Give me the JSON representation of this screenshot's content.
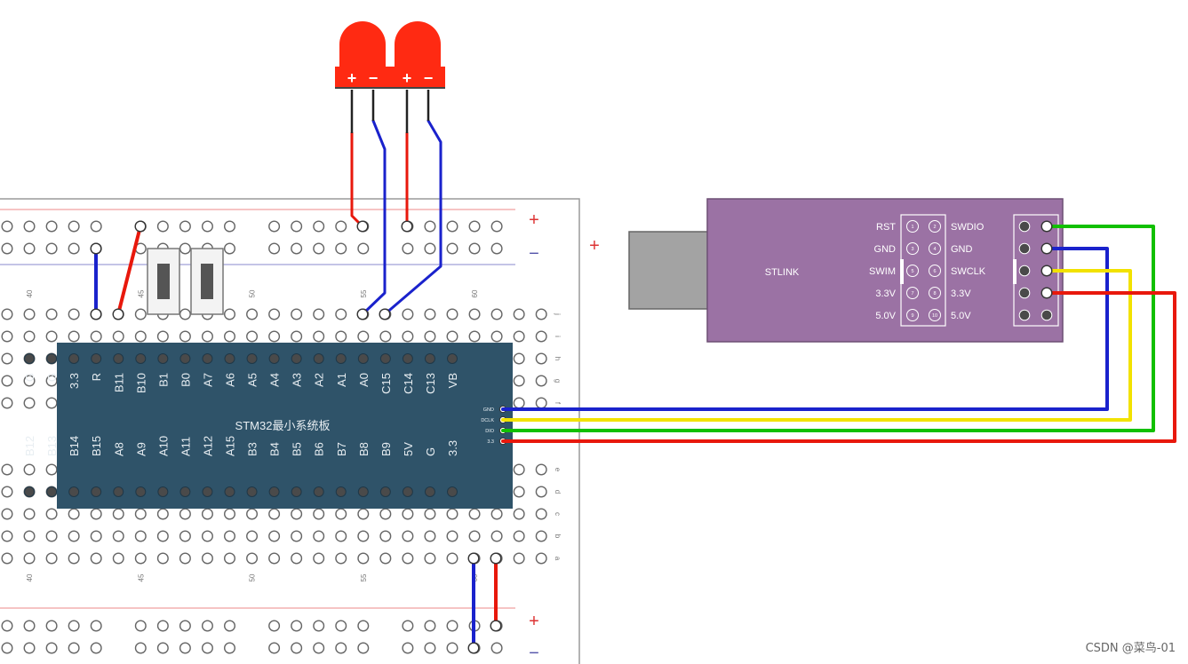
{
  "breadboard": {
    "rail_plus": "+",
    "rail_minus": "−",
    "side_plus": "+",
    "column_numbers": [
      "40",
      "45",
      "50",
      "55",
      "60"
    ],
    "row_letters_top": [
      "j",
      "i",
      "h",
      "g",
      "f"
    ],
    "row_letters_bottom": [
      "e",
      "d",
      "c",
      "b",
      "a"
    ]
  },
  "leds": [
    {
      "plus": "+",
      "minus": "−",
      "color": "#ff2a12"
    },
    {
      "plus": "+",
      "minus": "−",
      "color": "#ff2a12"
    }
  ],
  "stm32": {
    "title": "STM32最小系统板",
    "top_pins": [
      "G",
      "G",
      "3.3",
      "R",
      "B11",
      "B10",
      "B1",
      "B0",
      "A7",
      "A6",
      "A5",
      "A4",
      "A3",
      "A2",
      "A1",
      "A0",
      "C15",
      "C14",
      "C13",
      "VB"
    ],
    "bottom_pins": [
      "B12",
      "B13",
      "B14",
      "B15",
      "A8",
      "A9",
      "A10",
      "A11",
      "A12",
      "A15",
      "B3",
      "B4",
      "B5",
      "B6",
      "B7",
      "B8",
      "B9",
      "5V",
      "G",
      "3.3"
    ],
    "debug_pins": [
      "GND",
      "DCLK",
      "DIO",
      "3.3"
    ],
    "color": "#2f5369"
  },
  "stlink": {
    "label": "STLINK",
    "left_labels": [
      "RST",
      "GND",
      "SWIM",
      "3.3V",
      "5.0V"
    ],
    "right_labels": [
      "SWDIO",
      "GND",
      "SWCLK",
      "3.3V",
      "5.0V"
    ],
    "pin_numbers_left": [
      "1",
      "3",
      "5",
      "7",
      "9"
    ],
    "pin_numbers_right": [
      "2",
      "4",
      "6",
      "8",
      "10"
    ],
    "color": "#9b72a4"
  },
  "wires": {
    "gnd_color": "#1a22cc",
    "clk_color": "#f2e200",
    "dio_color": "#12c000",
    "v33_color": "#e8180c"
  },
  "watermark": "CSDN @菜鸟-01"
}
